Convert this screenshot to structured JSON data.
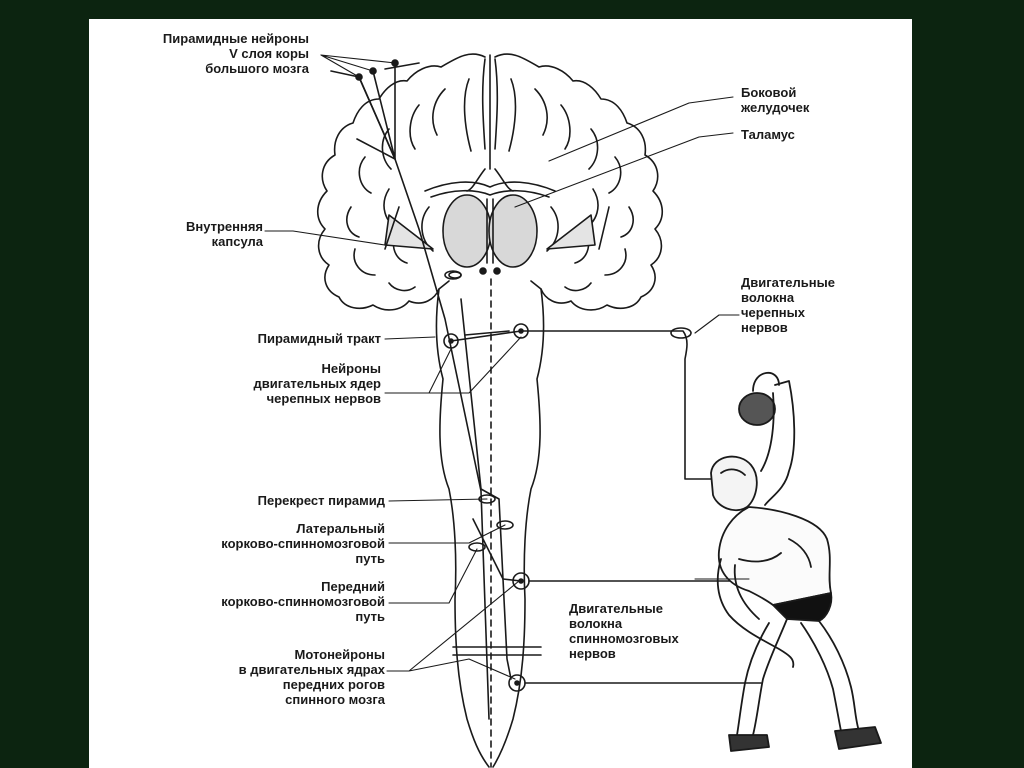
{
  "colors": {
    "frame": "#0c2410",
    "paper": "#ffffff",
    "ink": "#1a1a1a"
  },
  "labels": {
    "pyramidal_neurons": [
      "Пирамидные нейроны",
      "V слоя коры",
      "большого мозга"
    ],
    "lateral_ventricle": [
      "Боковой",
      "желудочек"
    ],
    "thalamus": [
      "Таламус"
    ],
    "internal_capsule": [
      "Внутренняя",
      "капсула"
    ],
    "cranial_motor_fibers": [
      "Двигательные",
      "волокна",
      "черепных",
      "нервов"
    ],
    "pyramidal_tract": [
      "Пирамидный тракт"
    ],
    "cranial_motor_nuclei_neurons": [
      "Нейроны",
      "двигательных ядер",
      "черепных нервов"
    ],
    "pyramidal_decussation": [
      "Перекрест пирамид"
    ],
    "lateral_cst": [
      "Латеральный",
      "корково-спинномозговой",
      "путь"
    ],
    "anterior_cst": [
      "Передний",
      "корково-спинномозговой",
      "путь"
    ],
    "spinal_motor_fibers": [
      "Двигательные",
      "волокна",
      "спинномозговых",
      "нервов"
    ],
    "motoneurons": [
      "Мотонейроны",
      "в двигательных ядрах",
      "передних рогов",
      "спинного мозга"
    ]
  }
}
